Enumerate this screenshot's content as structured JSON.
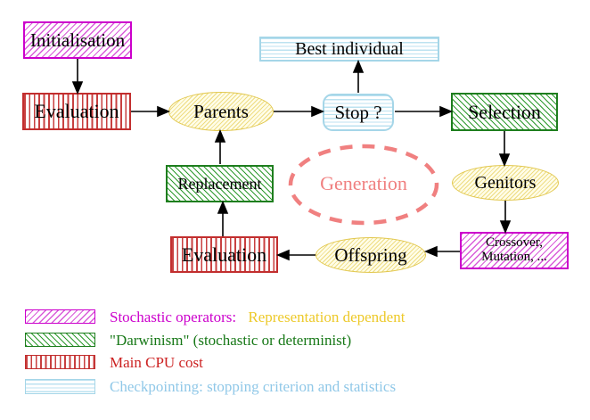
{
  "diagram": {
    "nodes": {
      "initialisation": {
        "label": "Initialisation"
      },
      "evaluation_top": {
        "label": "Evaluation"
      },
      "parents": {
        "label": "Parents"
      },
      "stop": {
        "label": "Stop ?"
      },
      "best_individual": {
        "label": "Best individual"
      },
      "selection": {
        "label": "Selection"
      },
      "genitors": {
        "label": "Genitors"
      },
      "crossover": {
        "line1": "Crossover,",
        "line2": "Mutation, ..."
      },
      "offspring": {
        "label": "Offspring"
      },
      "evaluation_bottom": {
        "label": "Evaluation"
      },
      "replacement": {
        "label": "Replacement"
      },
      "generation": {
        "label": "Generation"
      }
    },
    "legend": {
      "stochastic": {
        "label": "Stochastic operators:",
        "suffix": "Representation dependent"
      },
      "darwinism": {
        "label": "\"Darwinism\" (stochastic or determinist)"
      },
      "cpu": {
        "label": "Main CPU cost"
      },
      "checkpointing": {
        "label": "Checkpointing: stopping criterion and statistics"
      }
    },
    "colors": {
      "magenta": "#CC00CC",
      "magenta_hatch": "#D95CD9",
      "green": "#1E7E1E",
      "green_hatch": "#2F9A2F",
      "red": "#C22E2E",
      "yellow_border": "#E2C850",
      "yellow_fill": "#FFFDE8",
      "cyan_border": "#A5D6E8",
      "cyan_line": "#BCE2F0",
      "salmon": "#F08080",
      "legend_gold": "#EDC929",
      "legend_green": "#177817",
      "legend_red": "#CC2222",
      "legend_blue": "#90C8E8",
      "black": "#000000"
    }
  }
}
